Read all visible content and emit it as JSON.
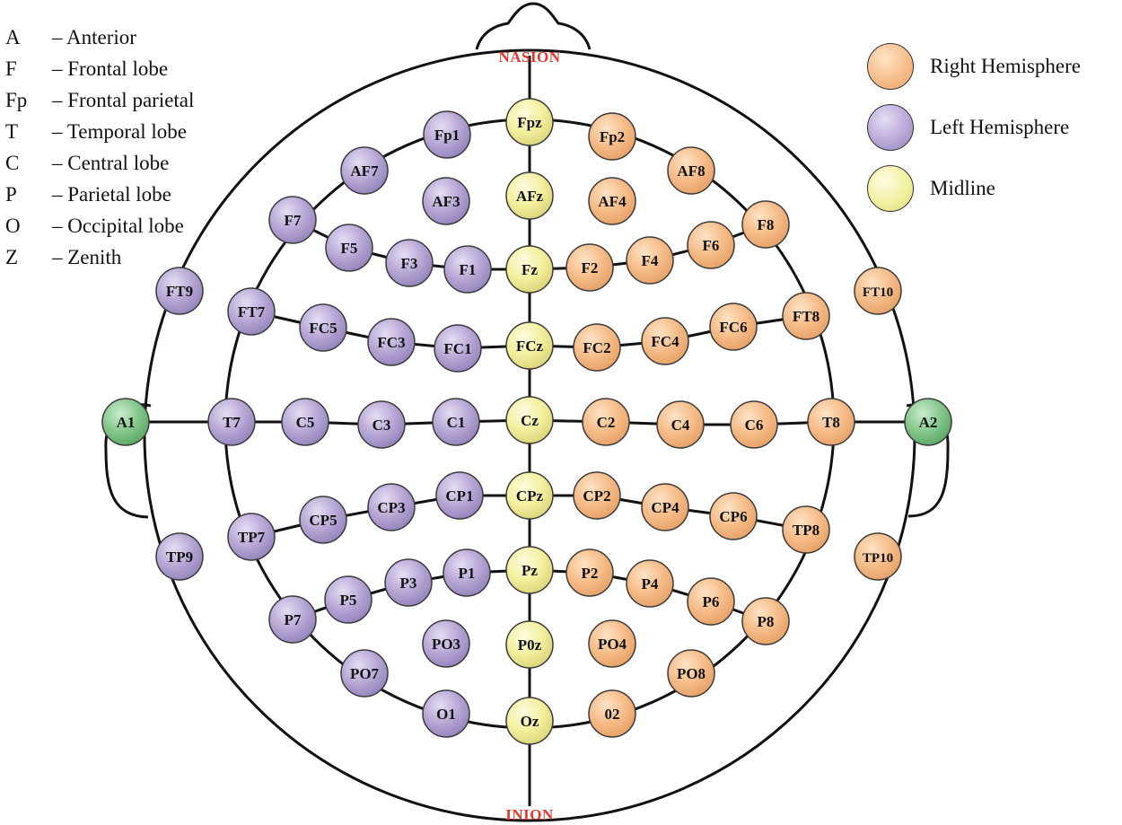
{
  "landmarks": {
    "top": "NASION",
    "bottom": "INION"
  },
  "abbreviations": [
    {
      "key": "A",
      "desc": "– Anterior"
    },
    {
      "key": "F",
      "desc": "– Frontal lobe"
    },
    {
      "key": "Fp",
      "desc": "– Frontal parietal"
    },
    {
      "key": "T",
      "desc": "– Temporal lobe"
    },
    {
      "key": "C",
      "desc": "– Central lobe"
    },
    {
      "key": "P",
      "desc": "– Parietal lobe"
    },
    {
      "key": "O",
      "desc": "– Occipital lobe"
    },
    {
      "key": "Z",
      "desc": "– Zenith"
    }
  ],
  "legend": [
    {
      "label": "Right Hemisphere",
      "color": "#f6bd8a"
    },
    {
      "label": "Left Hemisphere",
      "color": "#b8a8d6"
    },
    {
      "label": "Midline",
      "color": "#f3f0a0"
    }
  ],
  "colors": {
    "right": "#f6bd8a",
    "left": "#b8a8d6",
    "midline": "#f3f0a0",
    "reference": "#86c98e",
    "landmark": "#e8352c"
  },
  "electrodes": {
    "midline": [
      "Fpz",
      "AFz",
      "Fz",
      "FCz",
      "Cz",
      "CPz",
      "Pz",
      "P0z",
      "Oz"
    ],
    "left": [
      "Fp1",
      "AF7",
      "AF3",
      "F7",
      "F5",
      "F3",
      "F1",
      "FT9",
      "FT7",
      "FC5",
      "FC3",
      "FC1",
      "T7",
      "C5",
      "C3",
      "C1",
      "CP5",
      "CP3",
      "CP1",
      "TP7",
      "TP9",
      "P7",
      "P5",
      "P3",
      "P1",
      "PO7",
      "PO3",
      "O1"
    ],
    "right": [
      "Fp2",
      "AF8",
      "AF4",
      "F8",
      "F6",
      "F4",
      "F2",
      "FT10",
      "FT8",
      "FC6",
      "FC4",
      "FC2",
      "T8",
      "C6",
      "C4",
      "C2",
      "CP6",
      "CP4",
      "CP2",
      "TP8",
      "TP10",
      "P8",
      "P6",
      "P4",
      "P2",
      "PO8",
      "PO4",
      "02"
    ],
    "reference": [
      "A1",
      "A2"
    ]
  }
}
